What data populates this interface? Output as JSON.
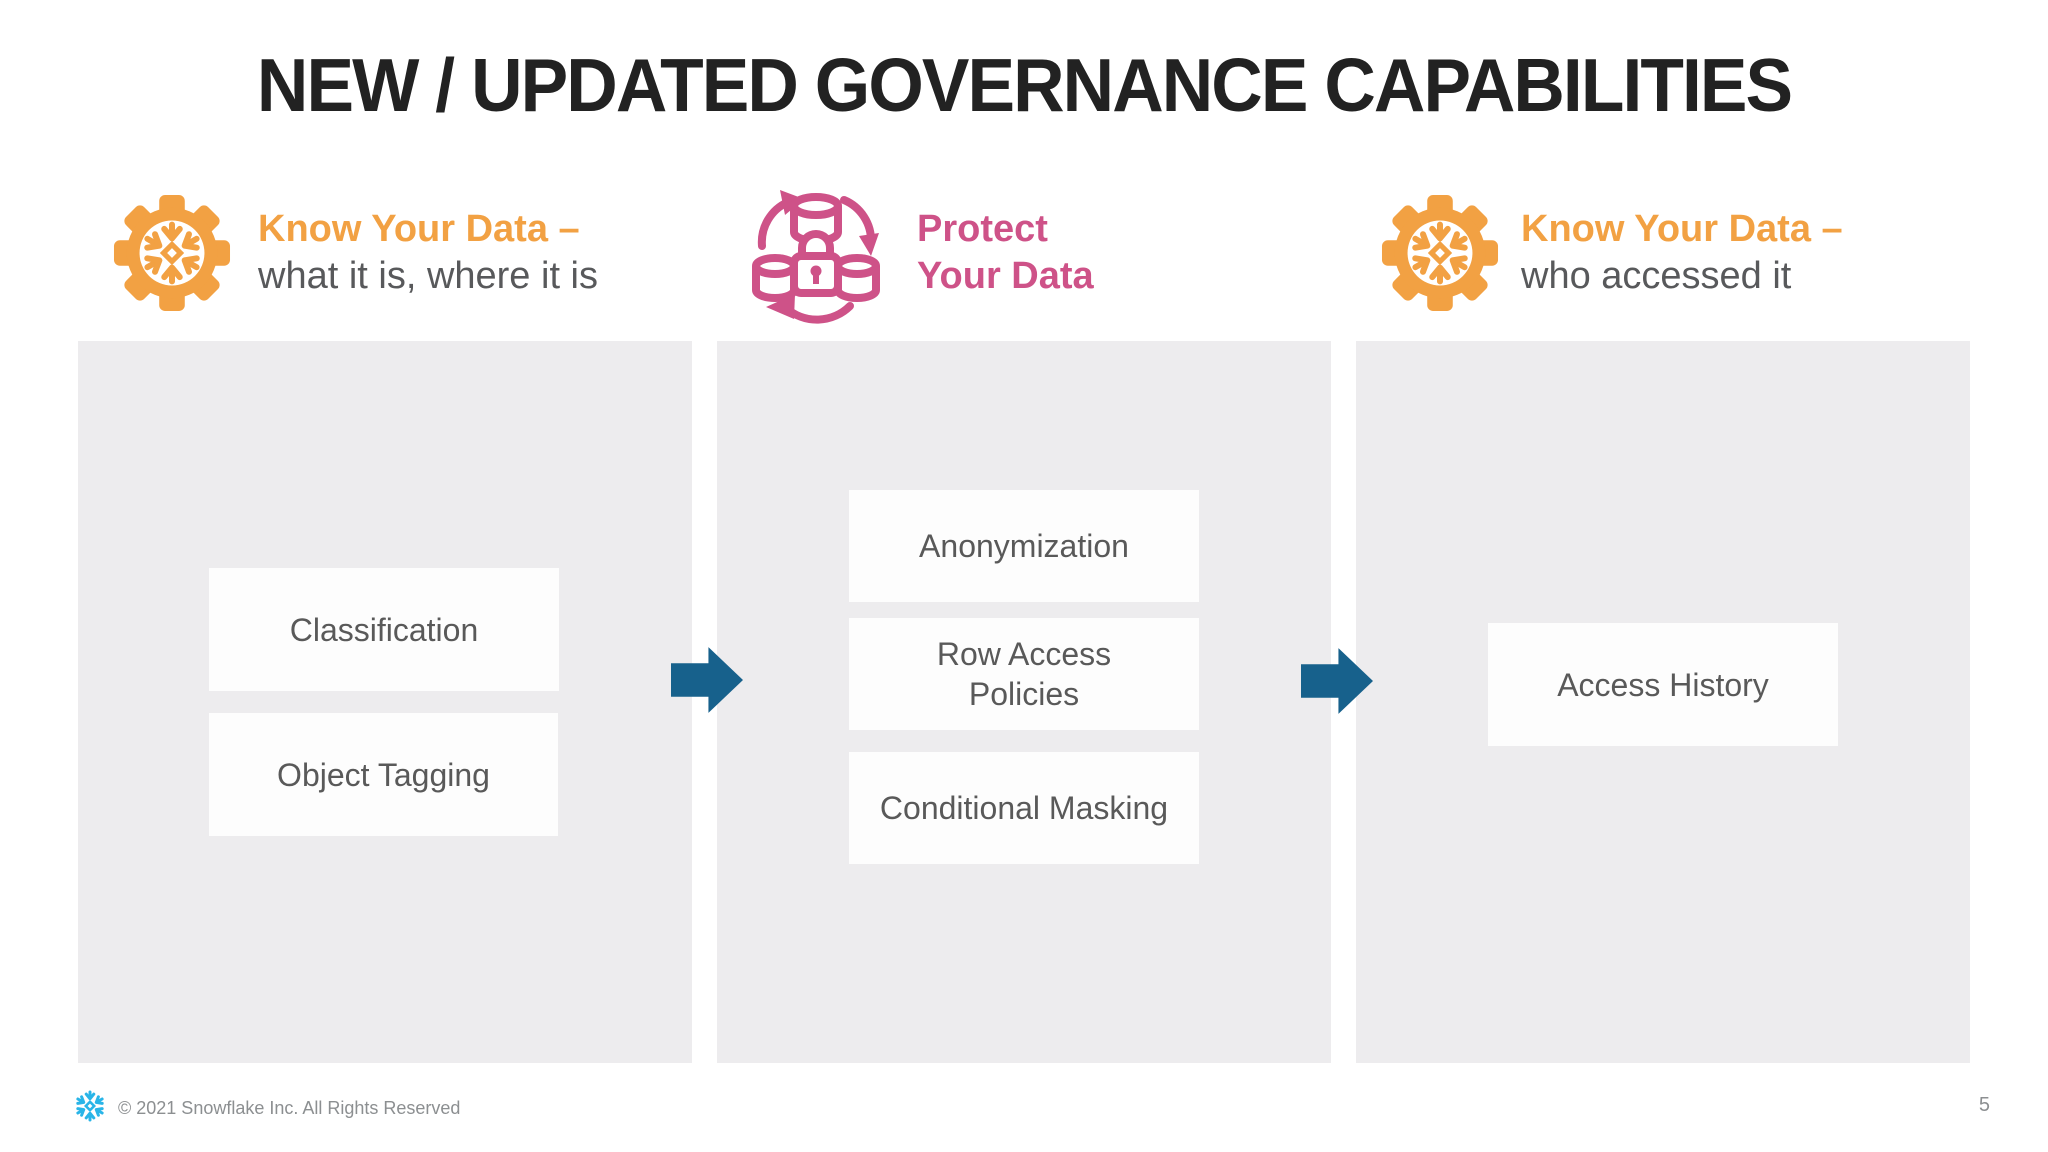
{
  "title": "NEW / UPDATED GOVERNANCE CAPABILITIES",
  "columns": [
    {
      "icon": "gear-snowflake-icon",
      "heading": {
        "line1": "Know Your Data –",
        "line2": "what it is, where it is"
      },
      "items": [
        "Classification",
        "Object Tagging"
      ]
    },
    {
      "icon": "protect-data-cycle-icon",
      "heading": {
        "line1": "Protect",
        "line2": "Your Data"
      },
      "items": [
        "Anonymization",
        "Row Access Policies",
        "Conditional Masking"
      ]
    },
    {
      "icon": "gear-snowflake-icon",
      "heading": {
        "line1": "Know Your Data –",
        "line2": "who accessed it"
      },
      "items": [
        "Access History"
      ]
    }
  ],
  "footer": {
    "copyright": "© 2021 Snowflake Inc. All Rights Reserved",
    "page_number": "5"
  },
  "colors": {
    "accent-orange": "#F2A143",
    "accent-pink": "#CE5288",
    "arrow-blue": "#17618C",
    "panel-gray": "#EDECEE",
    "box-white": "#FDFDFD",
    "title-black": "#222222",
    "subtitle-gray": "#58595B",
    "box-text-gray": "#595959",
    "footer-gray": "#8C8F91",
    "snowflake-blue": "#29B5E8"
  }
}
